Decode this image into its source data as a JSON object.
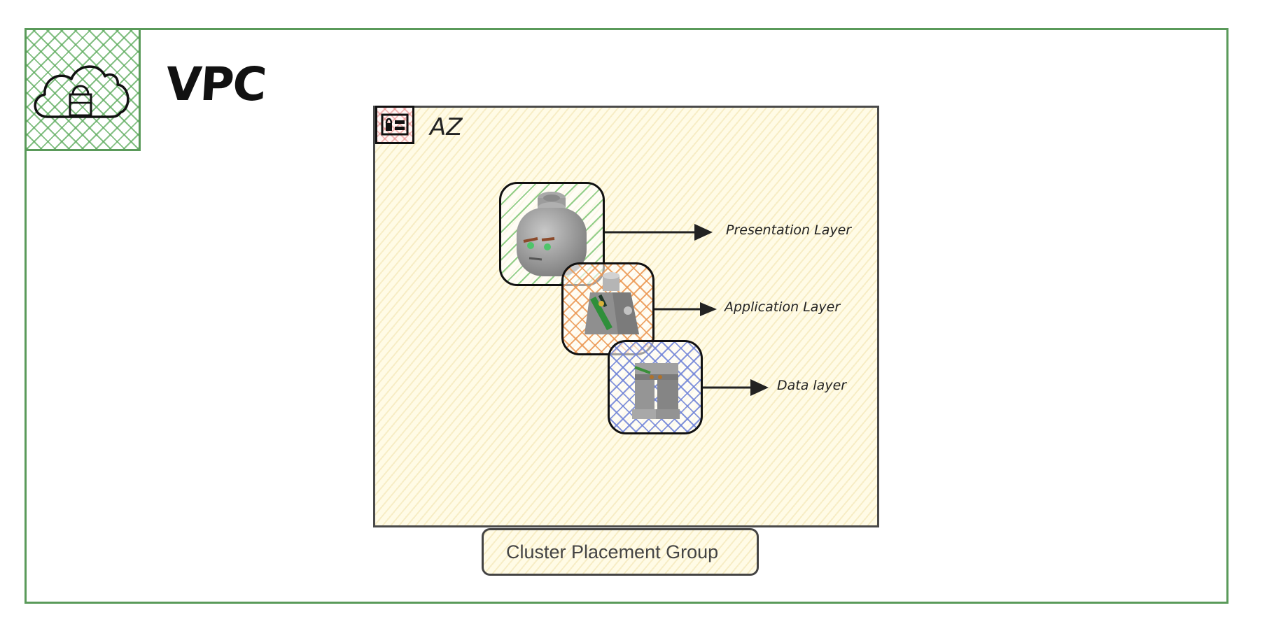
{
  "diagram": {
    "vpc": {
      "title": "VPC",
      "icon": "cloud-lock-icon",
      "border_color": "#5a9a5a"
    },
    "availability_zone": {
      "title": "AZ",
      "icon": "availability-zone-icon",
      "fill_color": "#fffbe6"
    },
    "layers": [
      {
        "name": "presentation",
        "label": "Presentation Layer",
        "icon": "lego-head-icon",
        "hatch_color": "#78c36e"
      },
      {
        "name": "application",
        "label": "Application Layer",
        "icon": "lego-torso-icon",
        "hatch_color": "#eb9650"
      },
      {
        "name": "data",
        "label": "Data layer",
        "icon": "lego-legs-icon",
        "hatch_color": "#6e82d7"
      }
    ],
    "placement_group": {
      "label": "Cluster Placement Group"
    }
  }
}
